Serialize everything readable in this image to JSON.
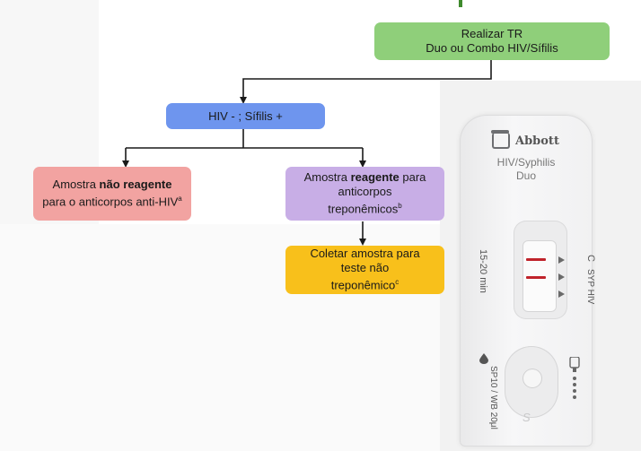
{
  "flowchart": {
    "start": {
      "line1": "Realizar TR",
      "line2": "Duo ou Combo HIV/Sífilis"
    },
    "result": {
      "text": "HIV - ; Sífilis +"
    },
    "left_branch": {
      "pre": "Amostra ",
      "bold": "não reagente",
      "post": " para o anticorpos anti-HIV",
      "sup": "a"
    },
    "right_branch": {
      "pre": "Amostra ",
      "bold": "reagente",
      "post": " para anticorpos treponêmicos",
      "sup": "b"
    },
    "next_step": {
      "text": "Coletar amostra para teste não treponêmico",
      "sup": "c"
    },
    "colors": {
      "start": "#8fcf7a",
      "result": "#6e95ee",
      "left": "#f2a3a1",
      "right": "#c8aee6",
      "next": "#f8c01b",
      "lines": "#1a1a1a"
    }
  },
  "test_kit": {
    "brand": "Abbott",
    "product_line1": "HIV/Syphilis",
    "product_line2": "Duo",
    "time_label": "15-20 min",
    "control_label": "C",
    "line_labels": "SYP HIV",
    "sample_label": "SP10 / WB 20μl",
    "well_mark": "S",
    "icons": [
      "abbott-logo-icon",
      "drop-icon",
      "dropper-icon"
    ]
  }
}
